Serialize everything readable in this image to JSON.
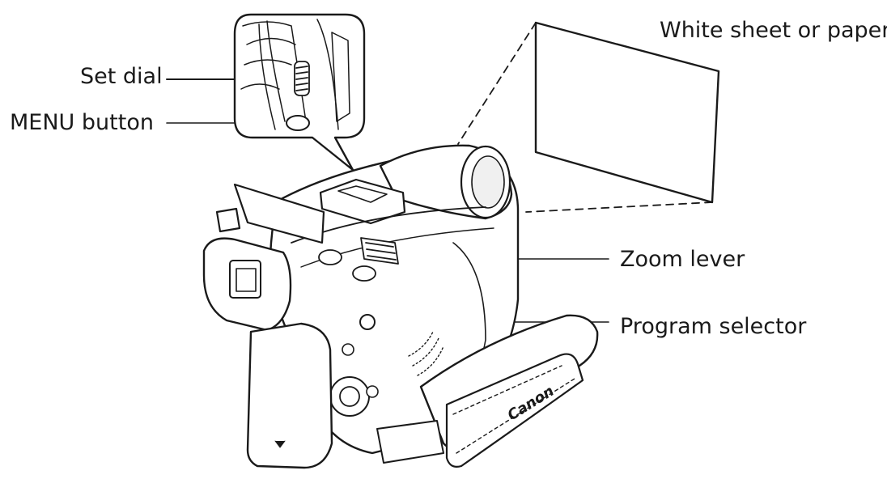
{
  "labels": {
    "set_dial": "Set dial",
    "menu_button": "MENU button",
    "white_sheet": "White sheet or paper",
    "zoom_lever": "Zoom lever",
    "program_selector": "Program selector"
  },
  "brand": "Canon",
  "colors": {
    "ink": "#1a1a1a",
    "paper": "#ffffff",
    "shade": "#e6e6e6"
  }
}
